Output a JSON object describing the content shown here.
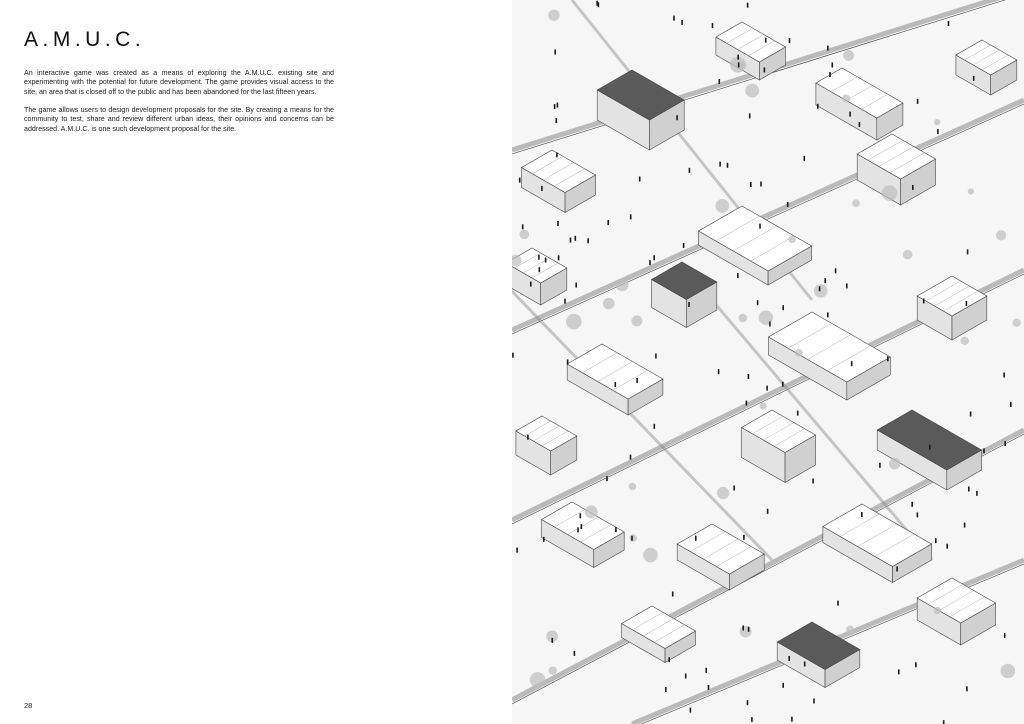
{
  "page": {
    "title": "A.M.U.C.",
    "paragraphs": [
      "An interactive game was created as a means of exploring the A.M.U.C. existing site and experimenting with the potential for future development. The game provides visual access to the site, an area that is closed off to the public and has been abandoned for the last fifteen years.",
      "The game allows users to design development proposals for the site. By creating a means for the community to test, share and review different urban ideas, their opinions and concerns can be addressed. A.M.U.C. is one such development proposal for the site."
    ],
    "page_number": "28"
  },
  "illustration": {
    "subject": "axonometric-site-drawing",
    "colors": {
      "background": "#f6f6f6",
      "roof": "#ffffff",
      "wall": "#e3e3e3",
      "dark": "#5a5a5a",
      "line": "#444444",
      "road": "#8a8a8a",
      "tree": "#bdbdbd"
    }
  }
}
